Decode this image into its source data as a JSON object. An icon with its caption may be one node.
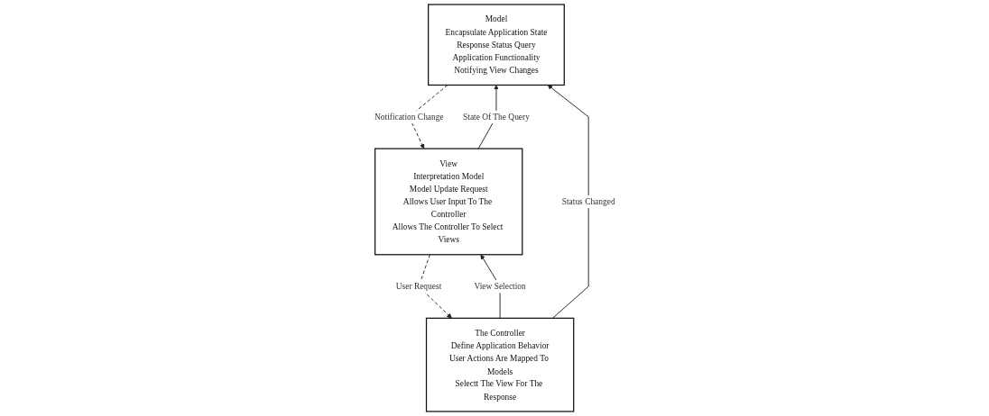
{
  "diagram": {
    "nodes": [
      {
        "text": [
          "Model",
          "Encapsulate Application State",
          "Response Status Query",
          "Application Functionality",
          "Notifying View Changes"
        ]
      },
      {
        "text": [
          "View",
          "Interpretation Model",
          "Model Update Request",
          "Allows User Input To The Controller",
          "Allows The Controller To Select Views"
        ]
      },
      {
        "text": [
          "The Controller",
          "Define Application Behavior",
          "User Actions Are Mapped To Models",
          "Selectt The View For The Response"
        ]
      }
    ],
    "edges": [
      {
        "from": 1,
        "to": 0,
        "arrow": "to",
        "label": "State Of The Query"
      },
      {
        "from": 0,
        "to": 1,
        "arrow": "to",
        "label": "Notification Change",
        "style": "dashed"
      },
      {
        "from": 2,
        "to": 0,
        "arrow": "to",
        "label": "Status Changed"
      },
      {
        "from": 2,
        "to": 1,
        "arrow": "to",
        "label": "View Selection"
      },
      {
        "from": 1,
        "to": 2,
        "arrow": "to",
        "label": "User Request",
        "style": "dashed"
      }
    ]
  }
}
